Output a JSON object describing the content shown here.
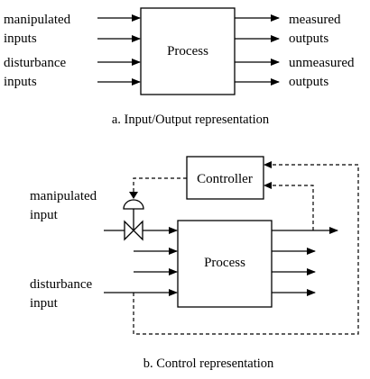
{
  "top_diagram": {
    "left_labels": [
      "manipulated",
      "inputs",
      "disturbance",
      "inputs"
    ],
    "right_labels": [
      "measured",
      "outputs",
      "unmeasured",
      "outputs"
    ],
    "process_label": "Process",
    "caption": "a. Input/Output representation"
  },
  "bottom_diagram": {
    "manipulated_label": [
      "manipulated",
      "input"
    ],
    "disturbance_label": [
      "disturbance",
      "input"
    ],
    "process_label": "Process",
    "controller_label": "Controller",
    "caption": "b. Control representation"
  }
}
